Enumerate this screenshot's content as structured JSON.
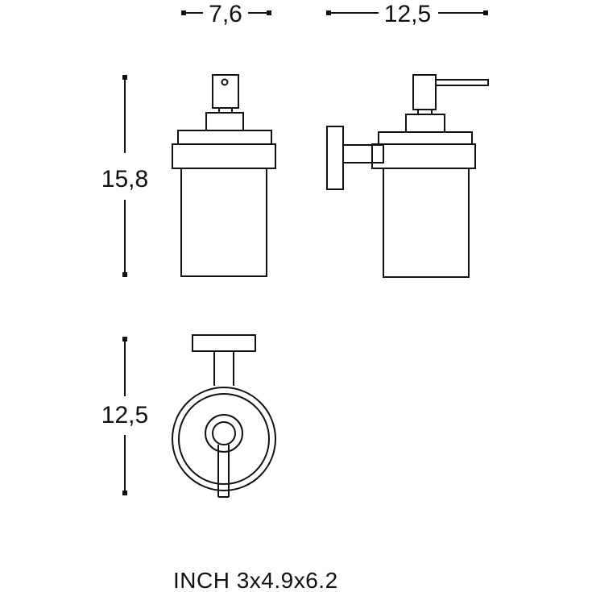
{
  "dimensions": {
    "front_width": "7,6",
    "side_depth": "12,5",
    "height": "15,8",
    "top_depth": "12,5"
  },
  "caption": "INCH 3x4.9x6.2",
  "colors": {
    "line": "#111111",
    "background": "#ffffff"
  }
}
